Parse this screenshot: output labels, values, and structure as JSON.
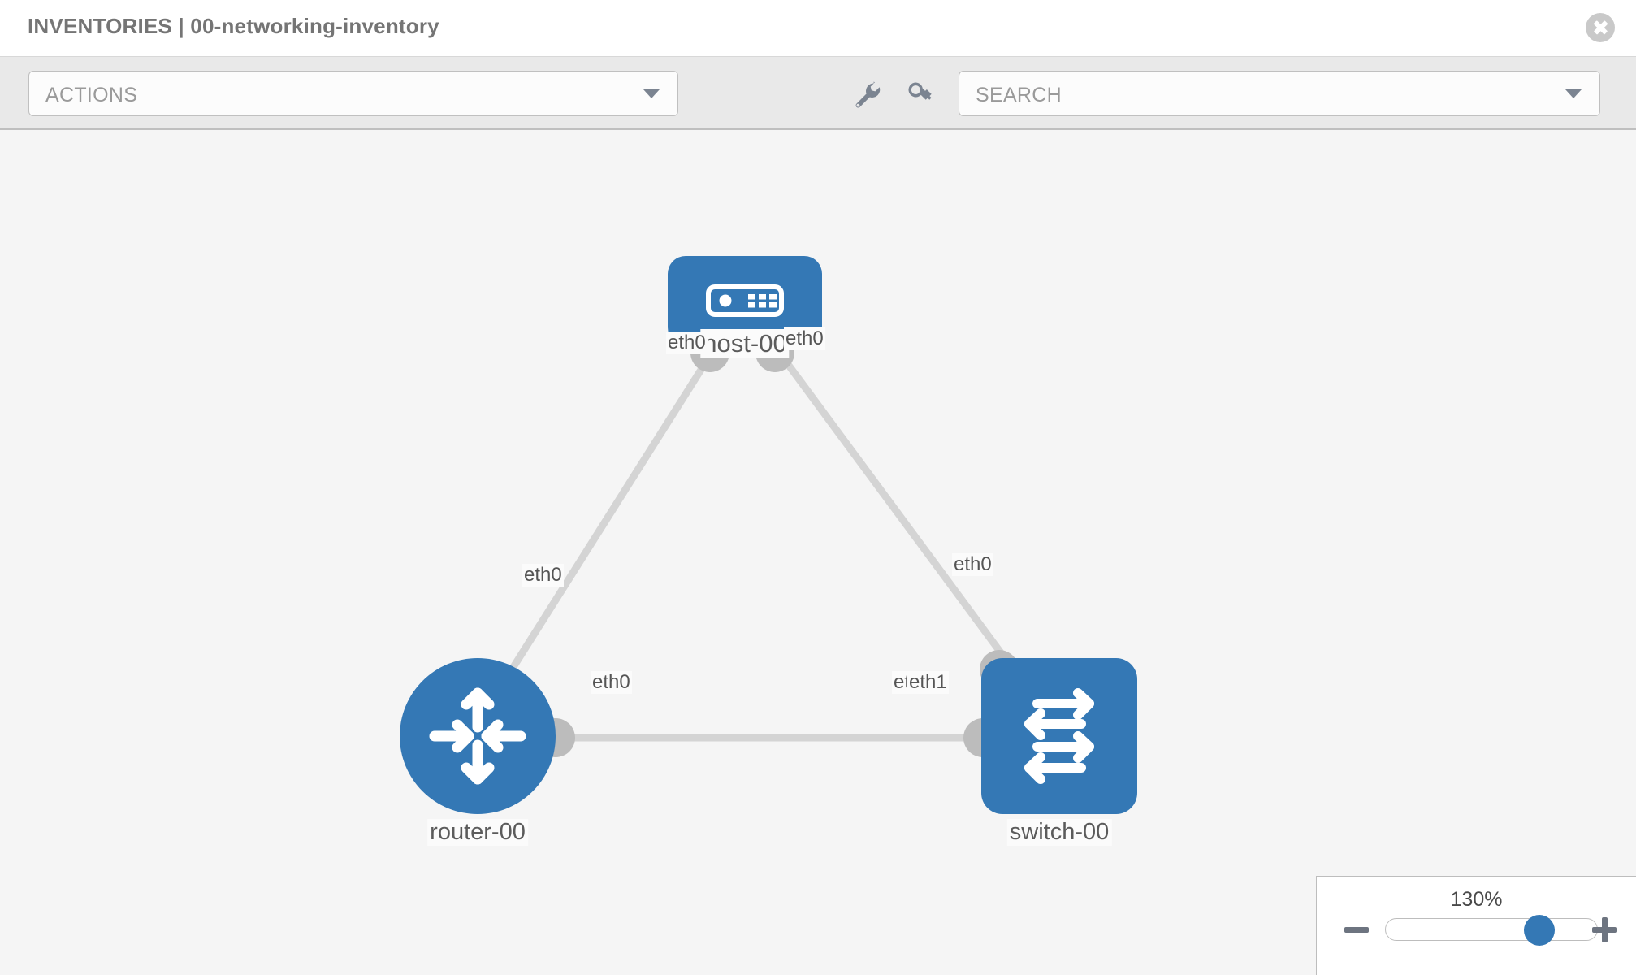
{
  "header": {
    "title": "INVENTORIES | 00-networking-inventory",
    "close_icon": "close-circle-icon"
  },
  "toolbar": {
    "actions_label": "ACTIONS",
    "actions_caret_icon": "chevron-down-icon",
    "wrench_icon": "wrench-icon",
    "key_icon": "key-icon",
    "search_placeholder": "SEARCH",
    "search_caret_icon": "chevron-down-icon"
  },
  "topology": {
    "accent_color": "#3478b5",
    "connector_color": "#bcbcbc",
    "link_color": "#d4d4d4",
    "canvas_color": "#f5f5f5",
    "nodes": [
      {
        "id": "host-00",
        "label": "host-00",
        "icon": "server-icon",
        "shape": "rounded-rect"
      },
      {
        "id": "router-00",
        "label": "router-00",
        "icon": "router-icon",
        "shape": "circle"
      },
      {
        "id": "switch-00",
        "label": "switch-00",
        "icon": "switch-icon",
        "shape": "rounded-square"
      }
    ],
    "links": [
      {
        "from": "host-00",
        "from_interface": "eth0",
        "to": "router-00",
        "to_interface": "eth0"
      },
      {
        "from": "host-00",
        "from_interface": "eth0",
        "to": "switch-00",
        "to_interface": "eth0"
      },
      {
        "from": "router-00",
        "from_interface": "eth0",
        "to": "switch-00",
        "to_interface": "eth1"
      }
    ],
    "interface_labels": {
      "host_left": "eth0",
      "host_right": "eth0",
      "router_up": "eth0",
      "switch_up": "eth0",
      "router_right": "eth0",
      "switch_left_under": "eth0",
      "switch_left_over": "eth1"
    }
  },
  "zoom_control": {
    "value": "130%",
    "minus_label": "minus-icon",
    "plus_label": "plus-icon"
  }
}
